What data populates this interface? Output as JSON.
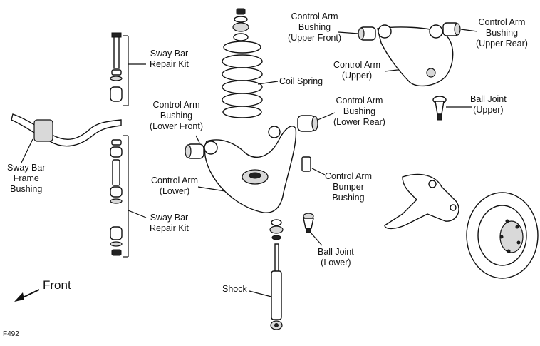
{
  "labels": {
    "sway_bar_repair_kit_top": [
      "Sway Bar",
      "Repair Kit"
    ],
    "sway_bar_frame_bushing": [
      "Sway Bar",
      "Frame",
      "Bushing"
    ],
    "sway_bar_repair_kit_bottom": [
      "Sway Bar",
      "Repair Kit"
    ],
    "coil_spring": "Coil Spring",
    "control_arm_bushing_upper_front": [
      "Control Arm",
      "Bushing",
      "(Upper Front)"
    ],
    "control_arm_bushing_upper_rear": [
      "Control Arm",
      "Bushing",
      "(Upper Rear)"
    ],
    "control_arm_upper": [
      "Control Arm",
      "(Upper)"
    ],
    "ball_joint_upper": [
      "Ball Joint",
      "(Upper)"
    ],
    "control_arm_bushing_lower_front": [
      "Control Arm",
      "Bushing",
      "(Lower Front)"
    ],
    "control_arm_bushing_lower_rear": [
      "Control Arm",
      "Bushing",
      "(Lower Rear)"
    ],
    "control_arm_lower": [
      "Control Arm",
      "(Lower)"
    ],
    "control_arm_bumper_bushing": [
      "Control Arm",
      "Bumper",
      "Bushing"
    ],
    "ball_joint_lower": [
      "Ball Joint",
      "(Lower)"
    ],
    "shock": "Shock",
    "front": "Front",
    "figure_id": "F492"
  }
}
